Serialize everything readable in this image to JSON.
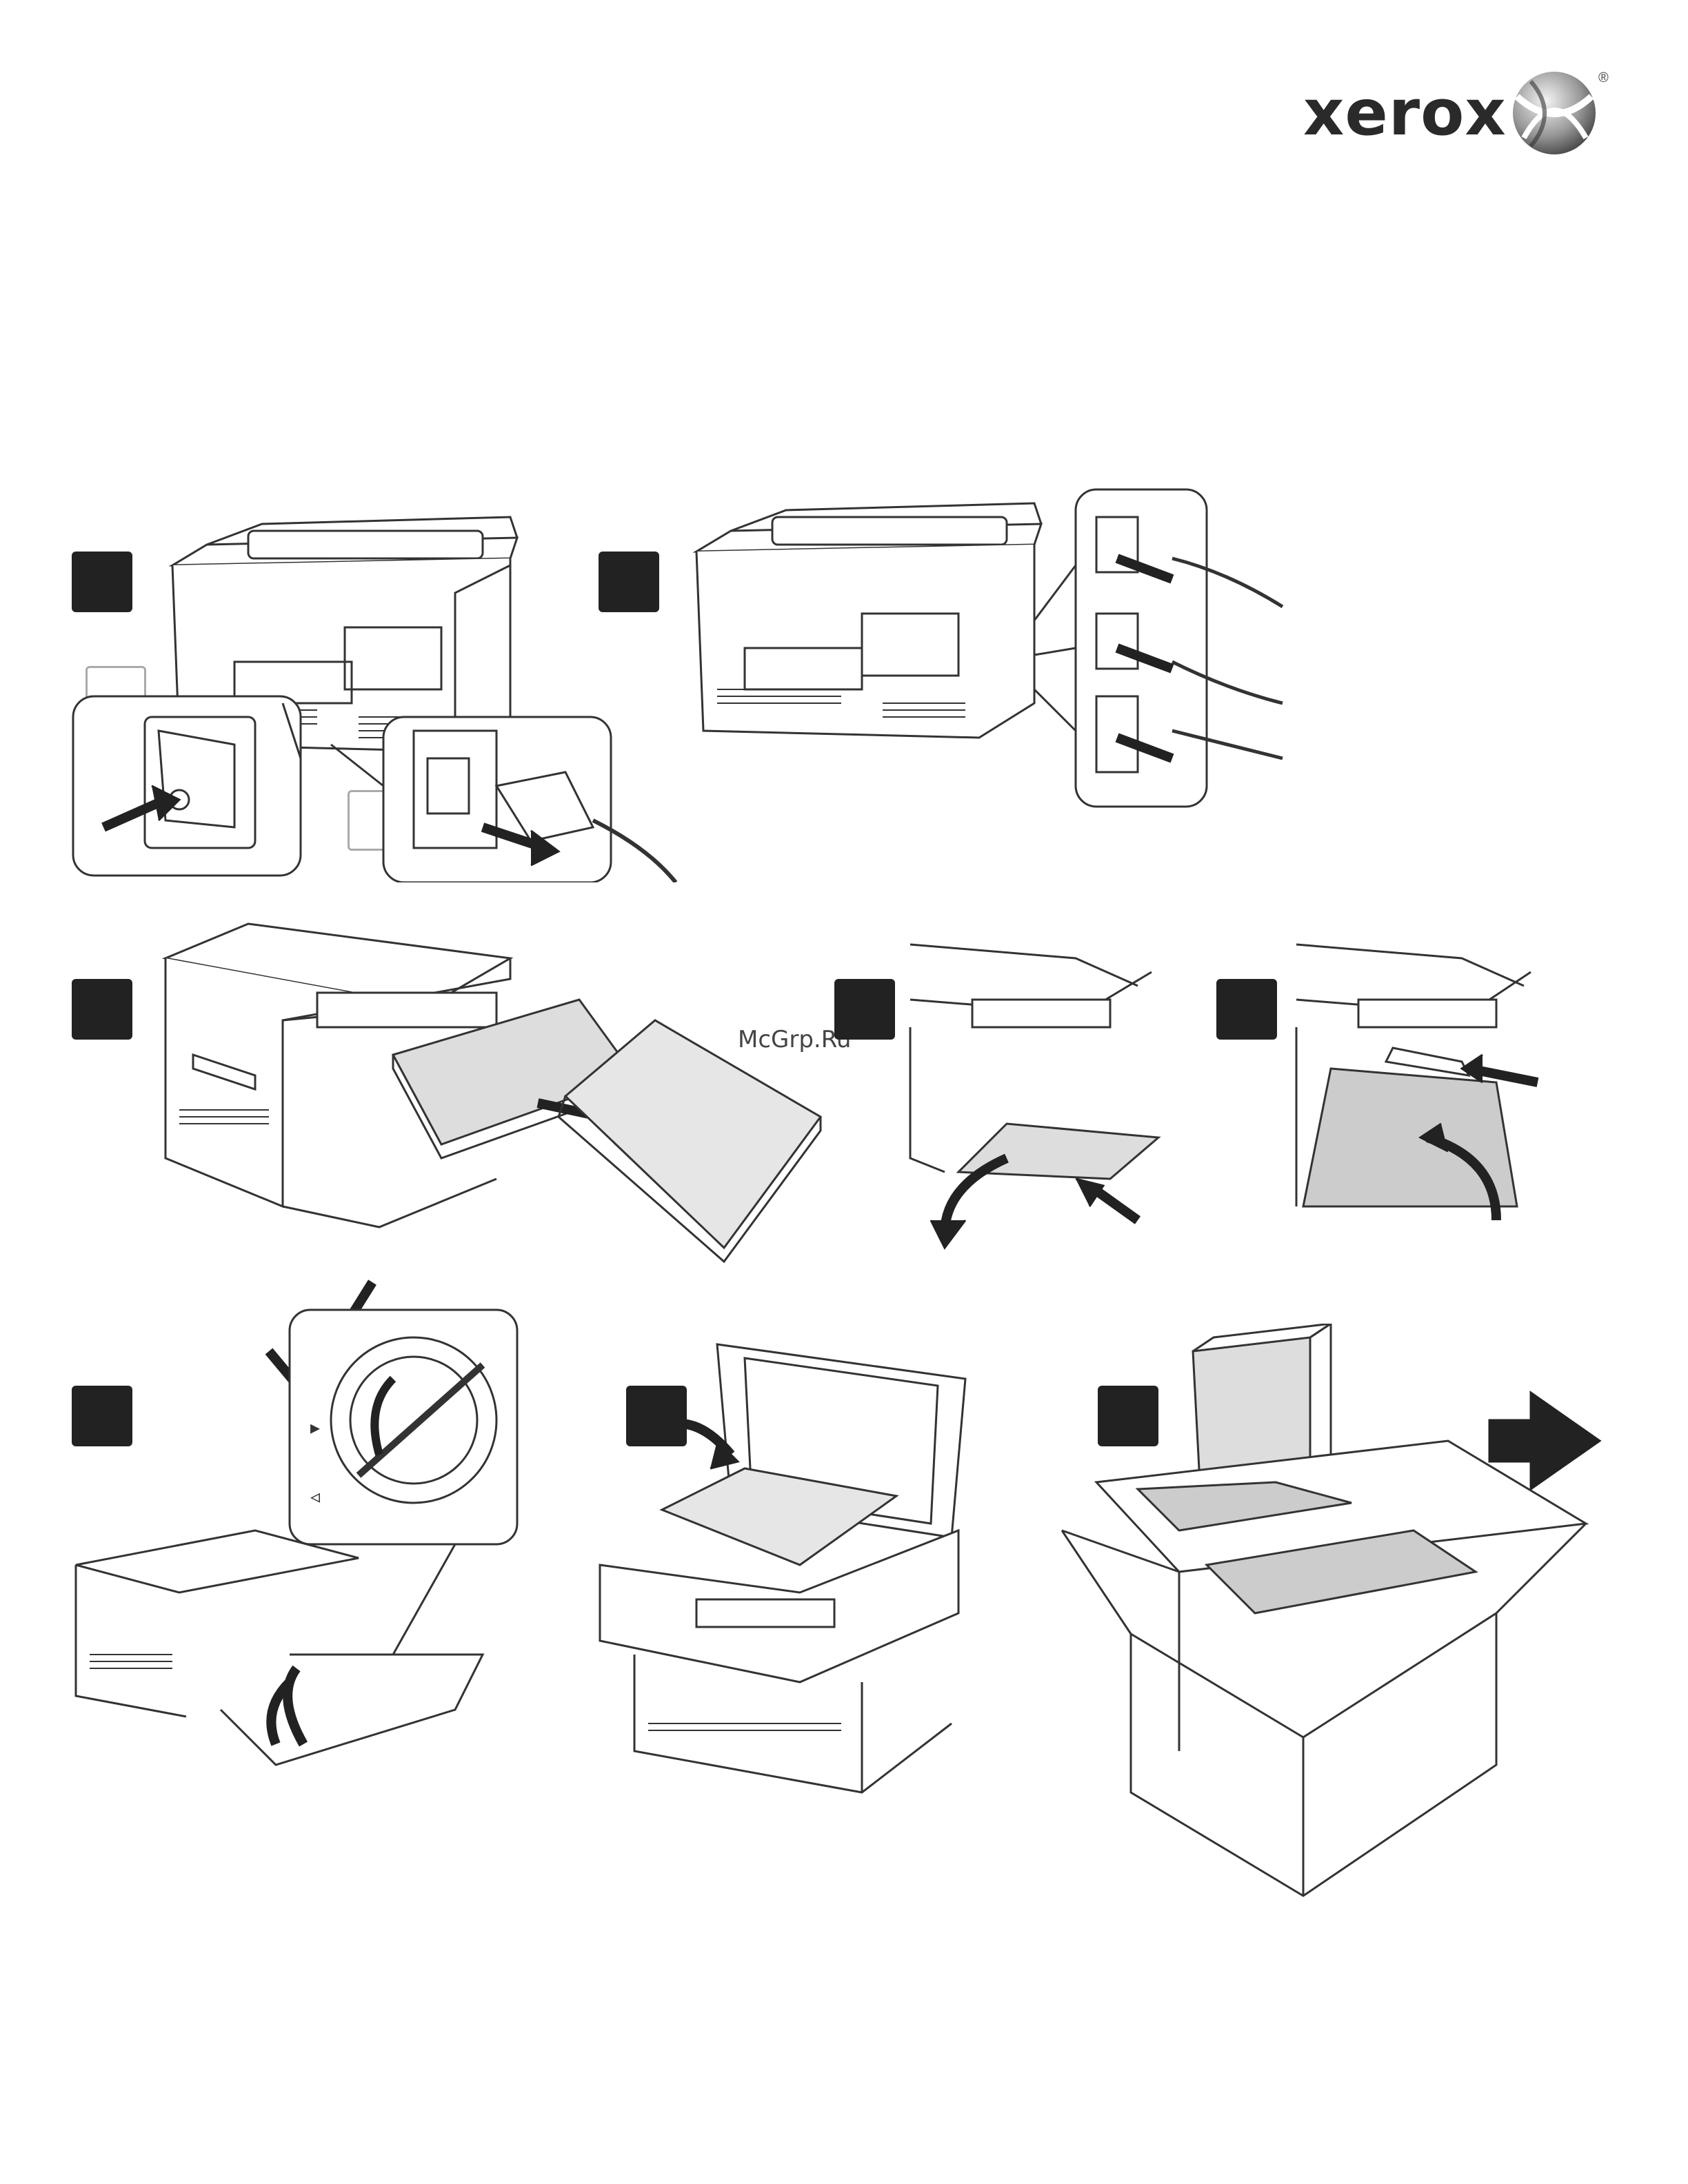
{
  "brand": {
    "name": "xerox",
    "registered": "®",
    "logo_icon": "xerox-sphere-icon"
  },
  "watermark": "McGrp.Ru",
  "colors": {
    "ink": "#222222",
    "line": "#333333",
    "panel_fill": "#cccccc",
    "paper_fill": "#e6e6e6",
    "step_box": "#222222"
  },
  "steps": [
    {
      "row": 1,
      "icon": "printer-rear-power-icon"
    },
    {
      "row": 1,
      "icon": "cable-ports-icon"
    },
    {
      "row": 2,
      "icon": "paper-tray-load-icon"
    },
    {
      "row": 2,
      "icon": "tray-close-icon"
    },
    {
      "row": 2,
      "icon": "output-tray-icon"
    },
    {
      "row": 3,
      "icon": "toner-lock-icon"
    },
    {
      "row": 3,
      "icon": "scanner-glass-icon"
    },
    {
      "row": 3,
      "icon": "packaging-box-icon"
    }
  ]
}
